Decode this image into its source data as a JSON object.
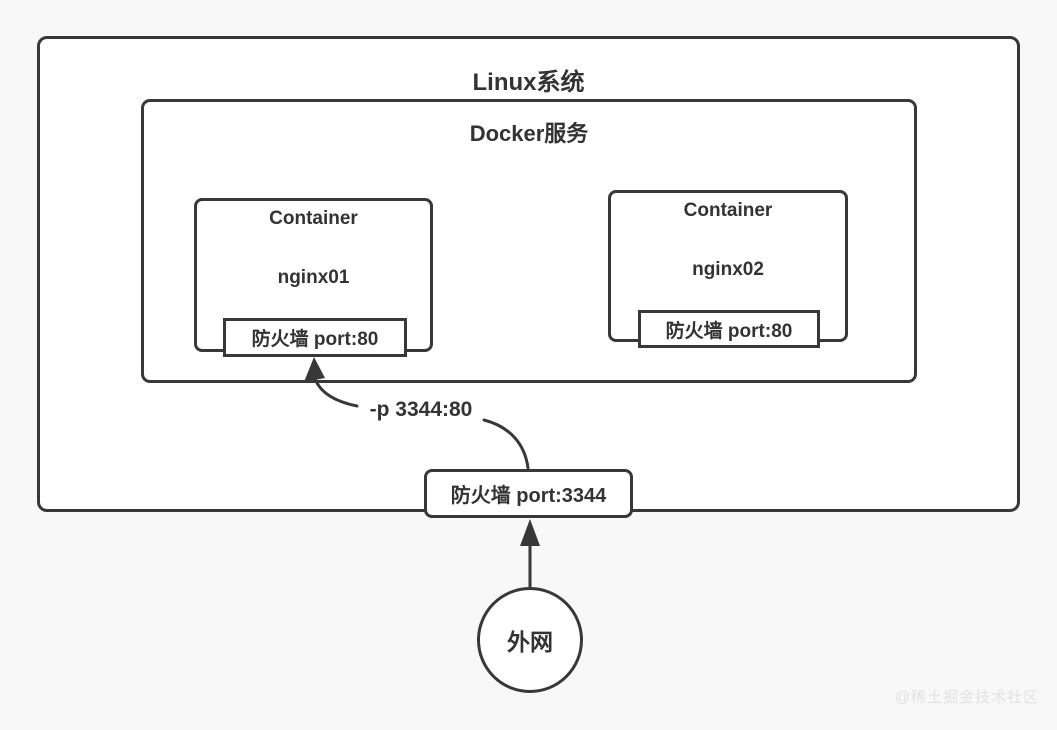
{
  "diagram": {
    "linux": {
      "title": "Linux系统"
    },
    "docker": {
      "title": "Docker服务"
    },
    "containers": [
      {
        "title": "Container",
        "name": "nginx01",
        "firewall_label": "防火墙 port:80"
      },
      {
        "title": "Container",
        "name": "nginx02",
        "firewall_label": "防火墙 port:80"
      }
    ],
    "port_mapping_label": "-p 3344:80",
    "host_firewall_label": "防火墙 port:3344",
    "external_network_label": "外网",
    "watermark": "@稀土掘金技术社区",
    "colors": {
      "line": "#383838",
      "background": "#f8f8f8",
      "box_fill": "#ffffff",
      "text": "#333333",
      "watermark": "#e2e2e2"
    }
  }
}
